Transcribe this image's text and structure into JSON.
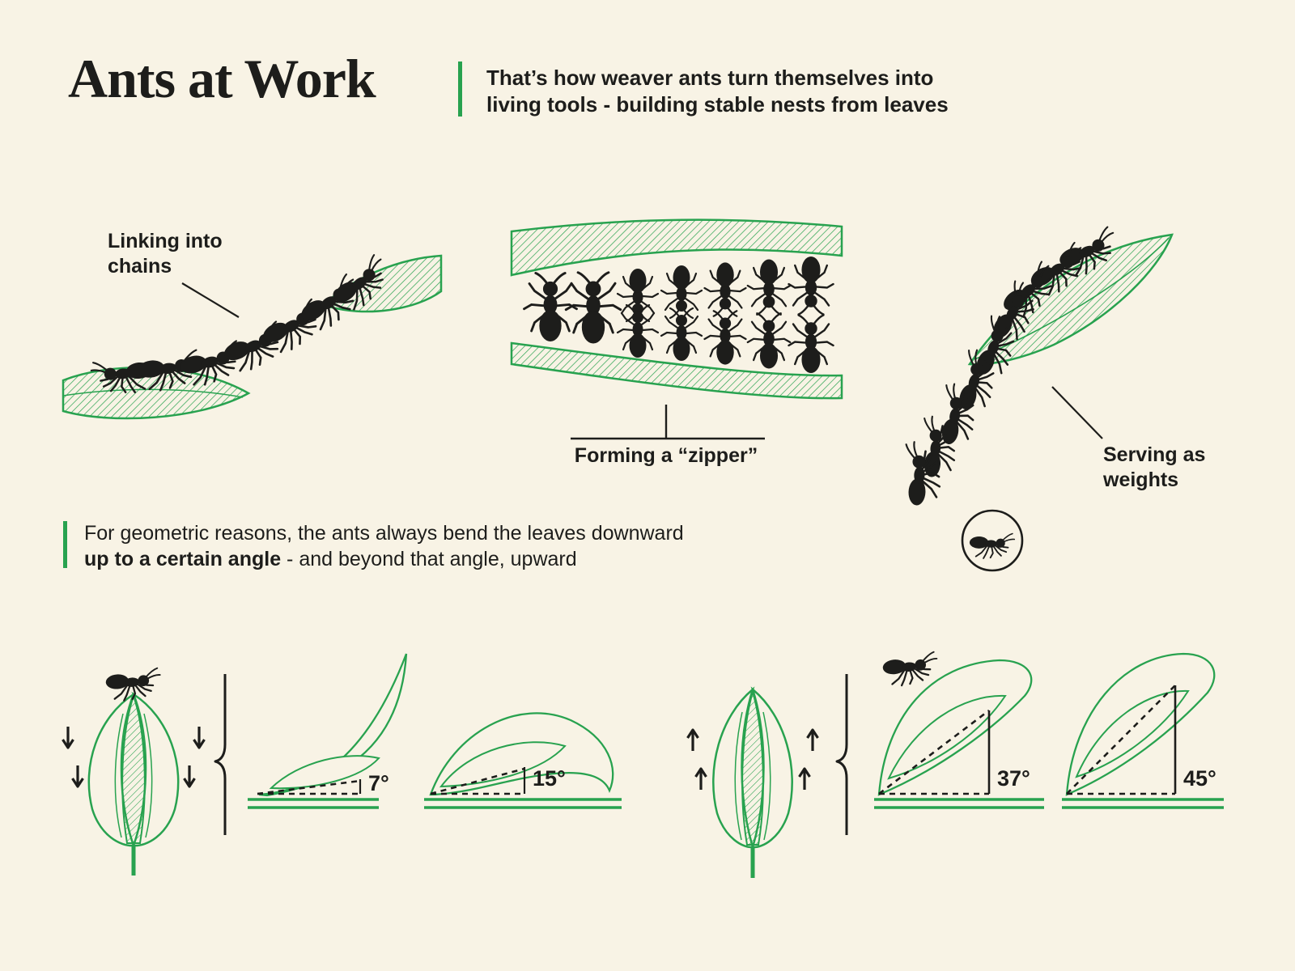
{
  "header": {
    "title": "Ants at Work",
    "subtitle_line1": "That’s how weaver ants turn themselves into",
    "subtitle_line2": "living tools - building stable nests from leaves"
  },
  "illustrations": {
    "chains_label_line1": "Linking into",
    "chains_label_line2": "chains",
    "zipper_label": "Forming a “zipper”",
    "weights_label_line1": "Serving as",
    "weights_label_line2": "weights"
  },
  "note": {
    "line1": "For geometric reasons, the ants always bend the leaves downward",
    "bold_phrase": "up to a certain angle",
    "line2_rest": " - and beyond that angle, upward"
  },
  "diagrams": {
    "downward_angles": [
      "7°",
      "15°"
    ],
    "upward_angles": [
      "37°",
      "45°"
    ]
  },
  "colors": {
    "background": "#f8f3e5",
    "green": "#28a24f",
    "ink": "#1d1d1b"
  }
}
